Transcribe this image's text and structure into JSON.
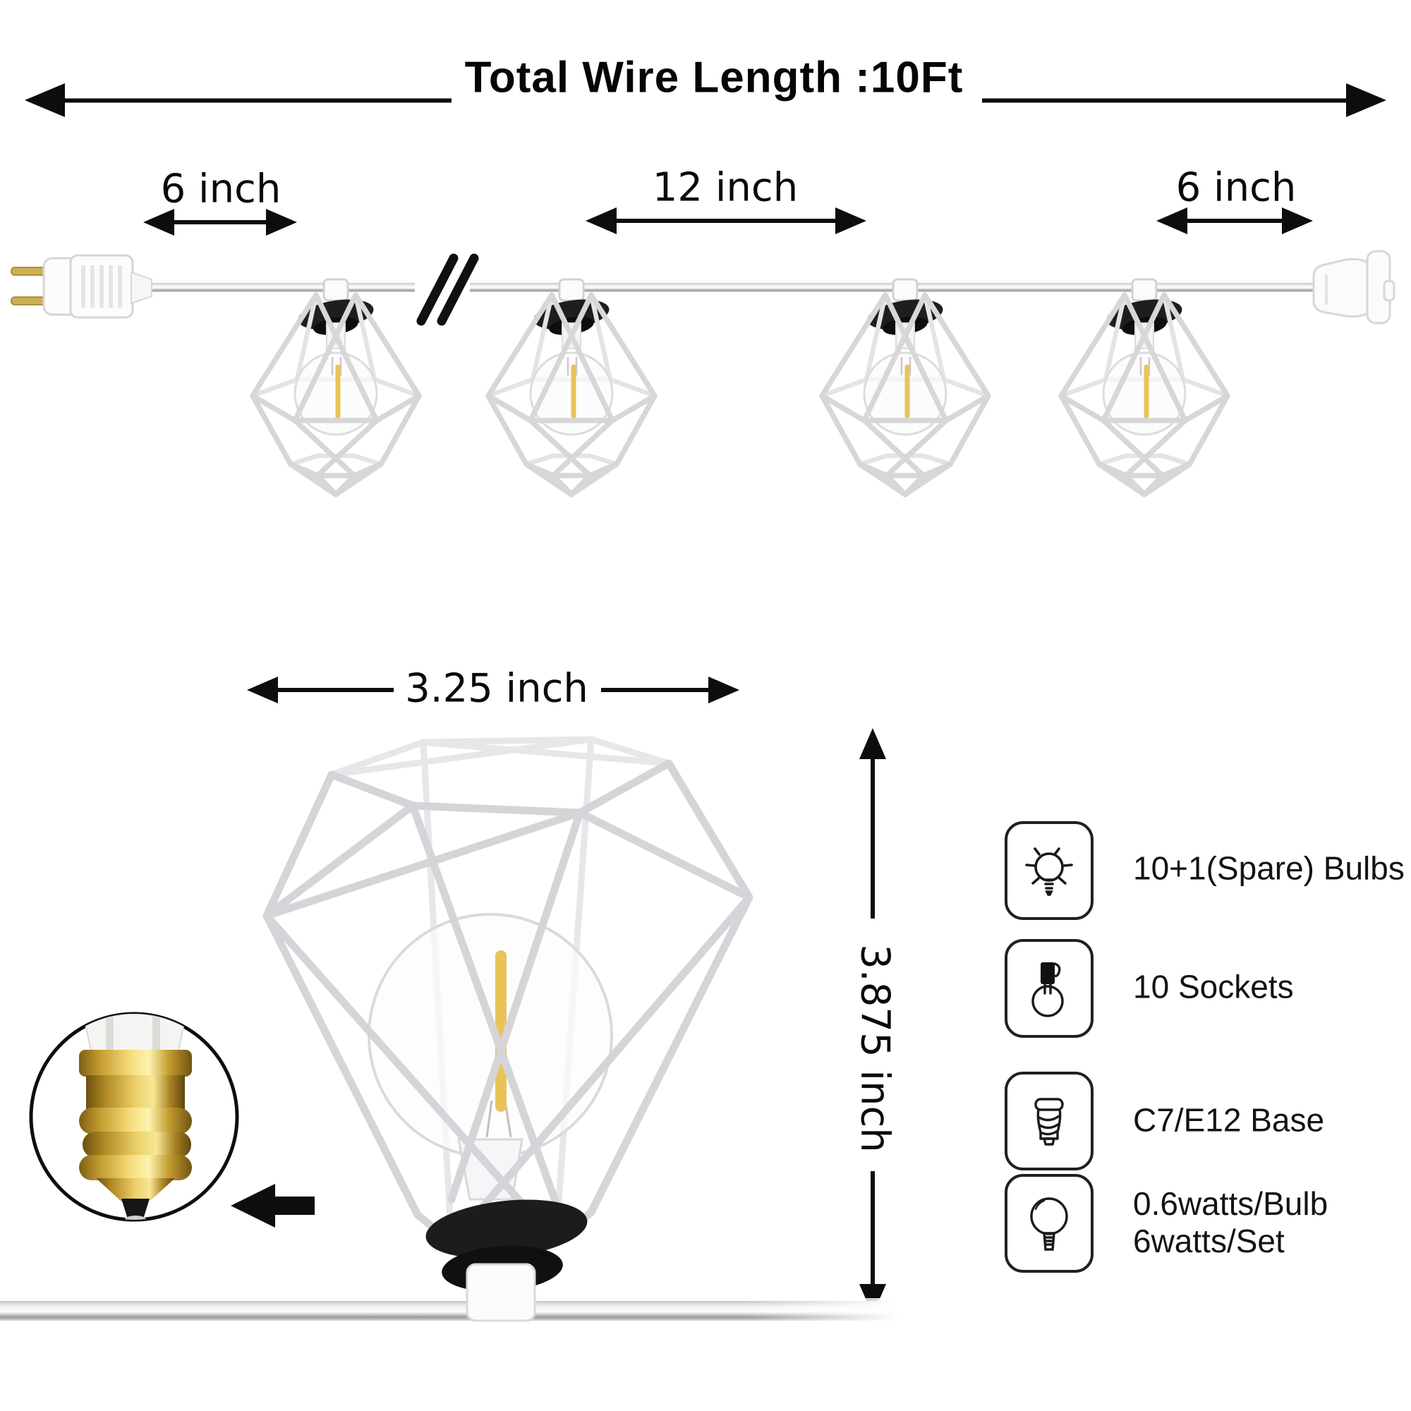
{
  "header": {
    "title": "Total Wire Length :10Ft"
  },
  "string_diagram": {
    "spacing_left": "6 inch",
    "spacing_middle": "12 inch",
    "spacing_right": "6 inch"
  },
  "lamp_detail": {
    "width_label": "3.25 inch",
    "height_label": "3.875 inch"
  },
  "features": [
    {
      "icon": "bulb-shine-icon",
      "lines": [
        "10+1(Spare) Bulbs"
      ]
    },
    {
      "icon": "socket-bulb-icon",
      "lines": [
        "10 Sockets"
      ]
    },
    {
      "icon": "screw-base-icon",
      "lines": [
        "C7/E12 Base"
      ]
    },
    {
      "icon": "globe-bulb-icon",
      "lines": [
        "0.6watts/Bulb",
        "6watts/Set"
      ]
    }
  ],
  "colors": {
    "ink": "#111111",
    "brass": "#c9a43b",
    "filament": "#e9c35a",
    "cage_gray": "#d7d7da",
    "wire_gray": "#bfbfc3"
  }
}
